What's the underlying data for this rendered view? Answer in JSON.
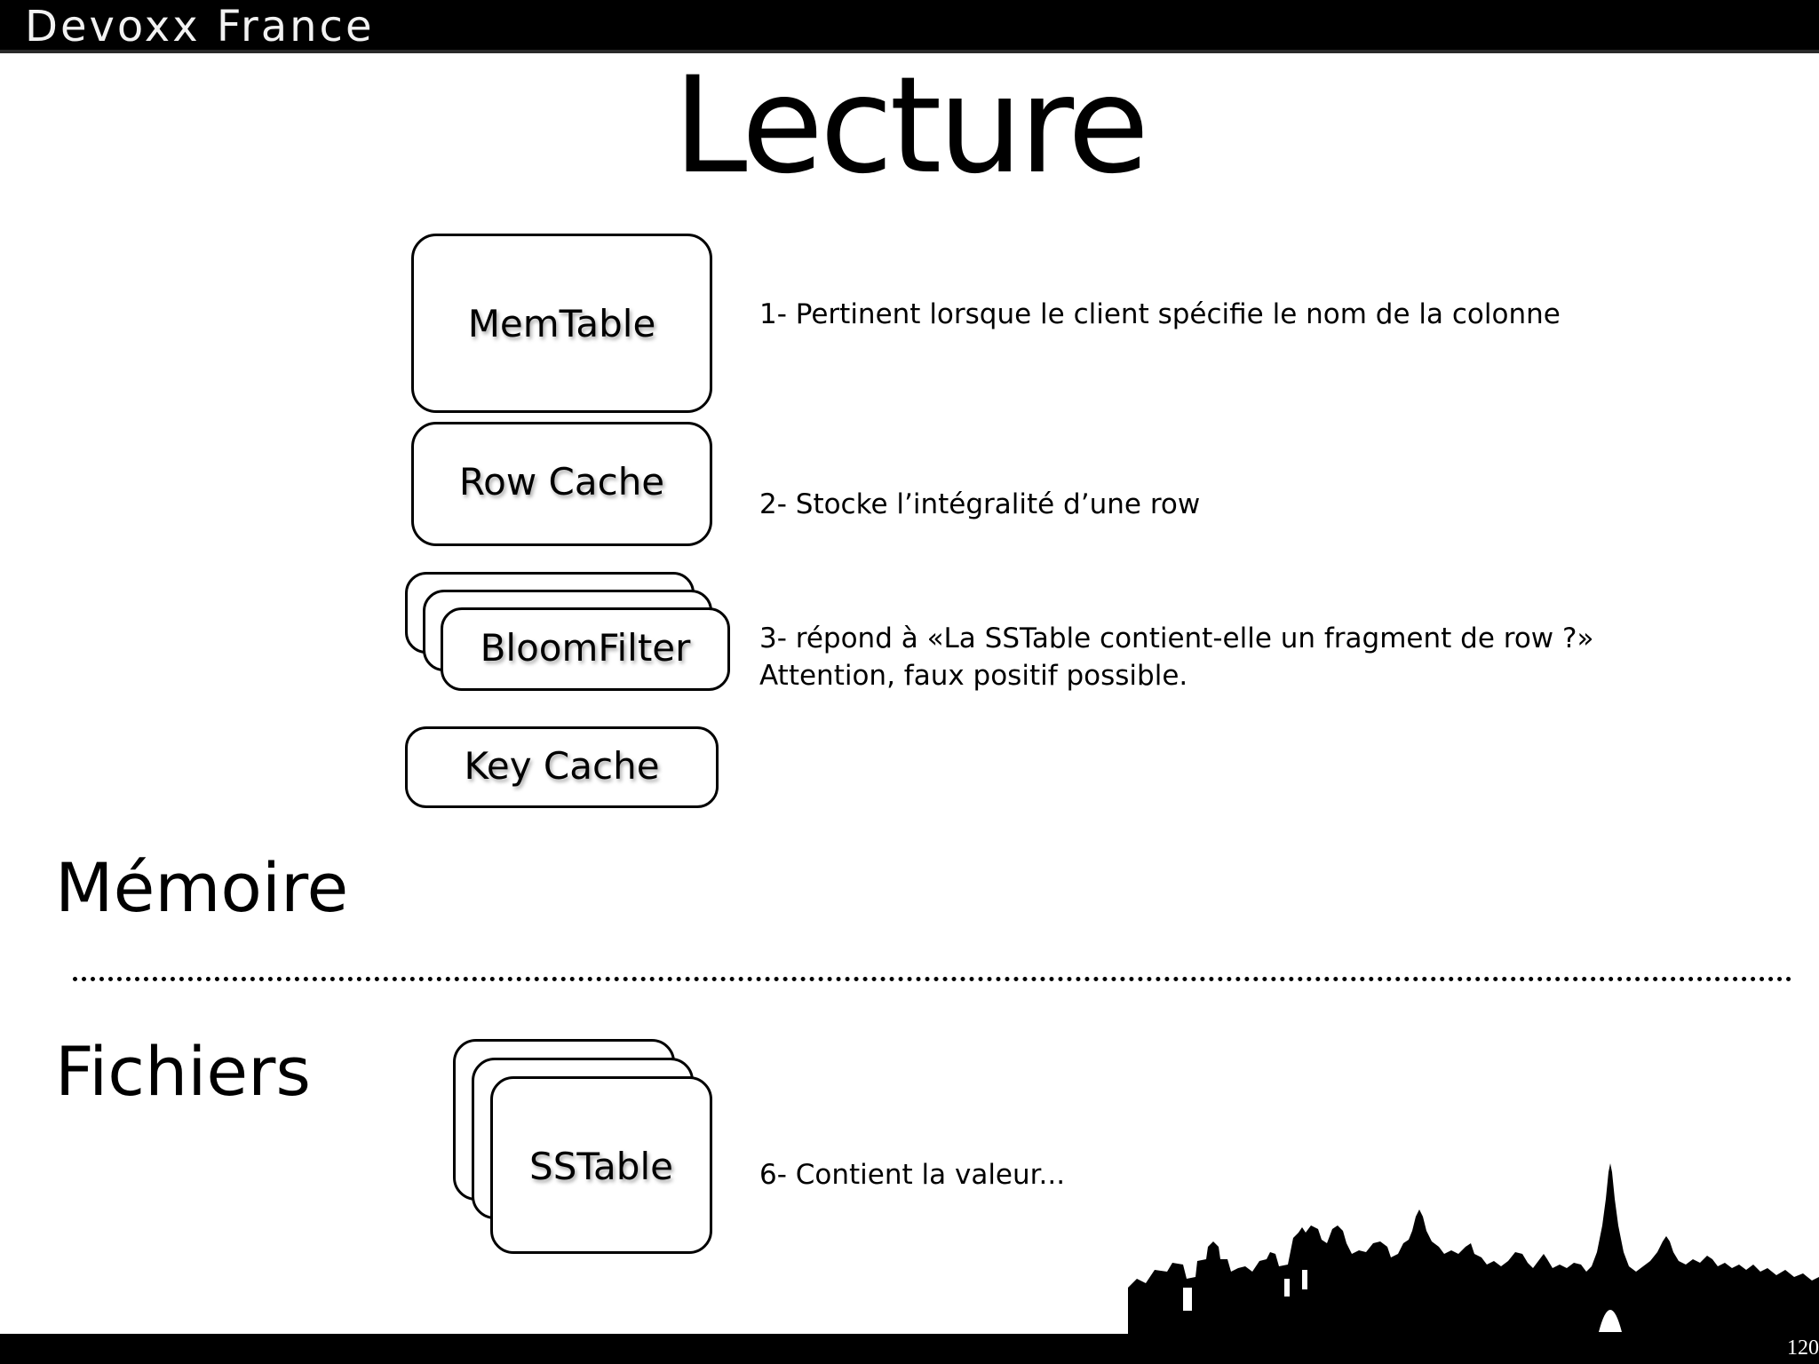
{
  "header": {
    "brand": "Devoxx France"
  },
  "slide": {
    "title": "Lecture",
    "page_number": "120"
  },
  "components": {
    "memtable": "MemTable",
    "row_cache": "Row Cache",
    "bloom_filter": "BloomFilter",
    "key_cache": "Key Cache",
    "sstable": "SSTable"
  },
  "descriptions": {
    "step1": "1- Pertinent lorsque le client spécifie le nom de la colonne",
    "step2": "2- Stocke l’intégralité d’une row",
    "step3_line1": "3- répond à «La SSTable contient-elle un fragment de row ?»",
    "step3_line2": "Attention, faux positif possible.",
    "step6": "6- Contient la valeur..."
  },
  "sections": {
    "memory": "Mémoire",
    "files": "Fichiers"
  }
}
